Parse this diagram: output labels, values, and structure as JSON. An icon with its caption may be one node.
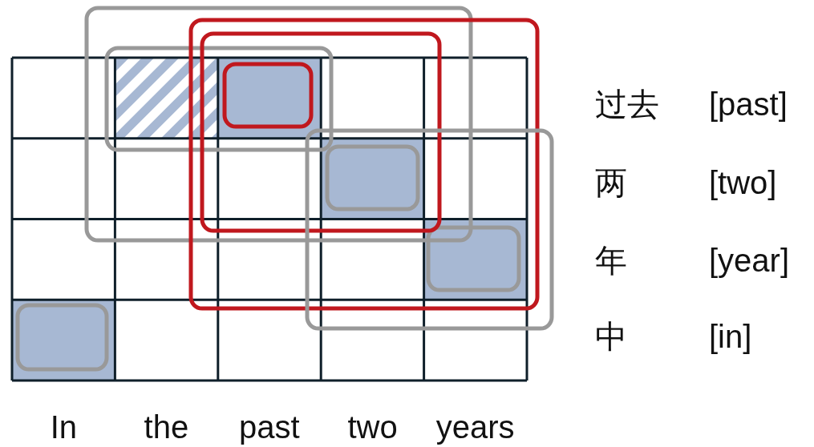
{
  "diagram": {
    "labels": [
      "过去",
      "[past]",
      "两",
      "[two]",
      "年",
      "[year]",
      "中",
      "[in]",
      "In",
      "the",
      "past",
      "two",
      "years"
    ]
  }
}
